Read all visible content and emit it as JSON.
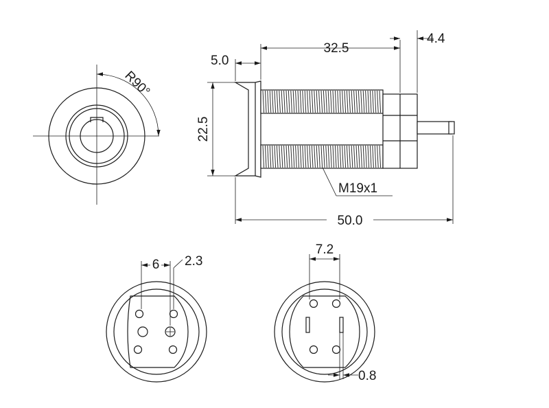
{
  "dimensions": {
    "d_5_0": "5.0",
    "d_32_5": "32.5",
    "d_4_4": "4.4",
    "d_22_5": "22.5",
    "d_50_0": "50.0",
    "d_r90": "R90°",
    "d_thread": "M19x1",
    "d_6": "6",
    "d_2_3": "2.3",
    "d_7_2": "7.2",
    "d_0_8": "0.8"
  },
  "colors": {
    "line": "#1a1a1a",
    "background": "#ffffff"
  }
}
